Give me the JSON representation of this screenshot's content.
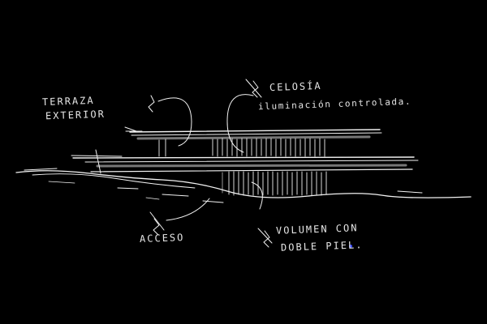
{
  "annotations": {
    "terraza_line1": "TERRAZA",
    "terraza_line2": "EXTERIOR",
    "celosia_line1": "CELOSÍA",
    "celosia_line2": "iluminación controlada.",
    "acceso": "ACCESO",
    "volumen_line1": "VOLUMEN CON",
    "volumen_line2": "DOBLE PIEL."
  },
  "colors": {
    "background": "#000000",
    "ink": "#f2f2f2",
    "shade": "#6b6b6b",
    "accent": "#3b4cff"
  }
}
